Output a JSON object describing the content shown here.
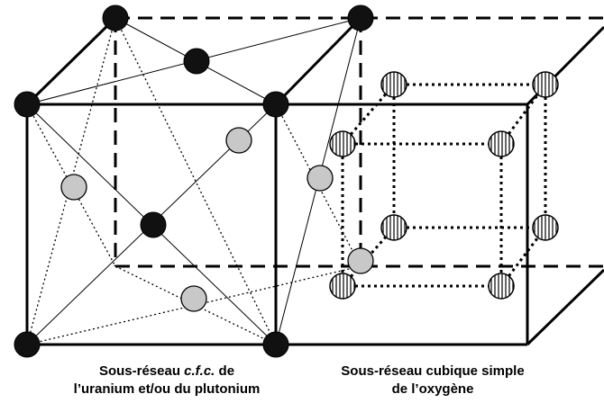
{
  "captions": {
    "left": {
      "line1_pre": "Sous-réseau ",
      "line1_em": "c.f.c.",
      "line1_post": " de",
      "line2": "l’uranium et/ou du plutonium"
    },
    "right": {
      "line1": "Sous-réseau cubique simple",
      "line2": "de l’oxygène"
    }
  },
  "colors": {
    "metal_atom": "#111111",
    "interstitial_atom": "#c8c8c8",
    "oxygen_atom_fill": "#ffffff",
    "oxygen_hatch": "#000000",
    "line": "#000000"
  }
}
